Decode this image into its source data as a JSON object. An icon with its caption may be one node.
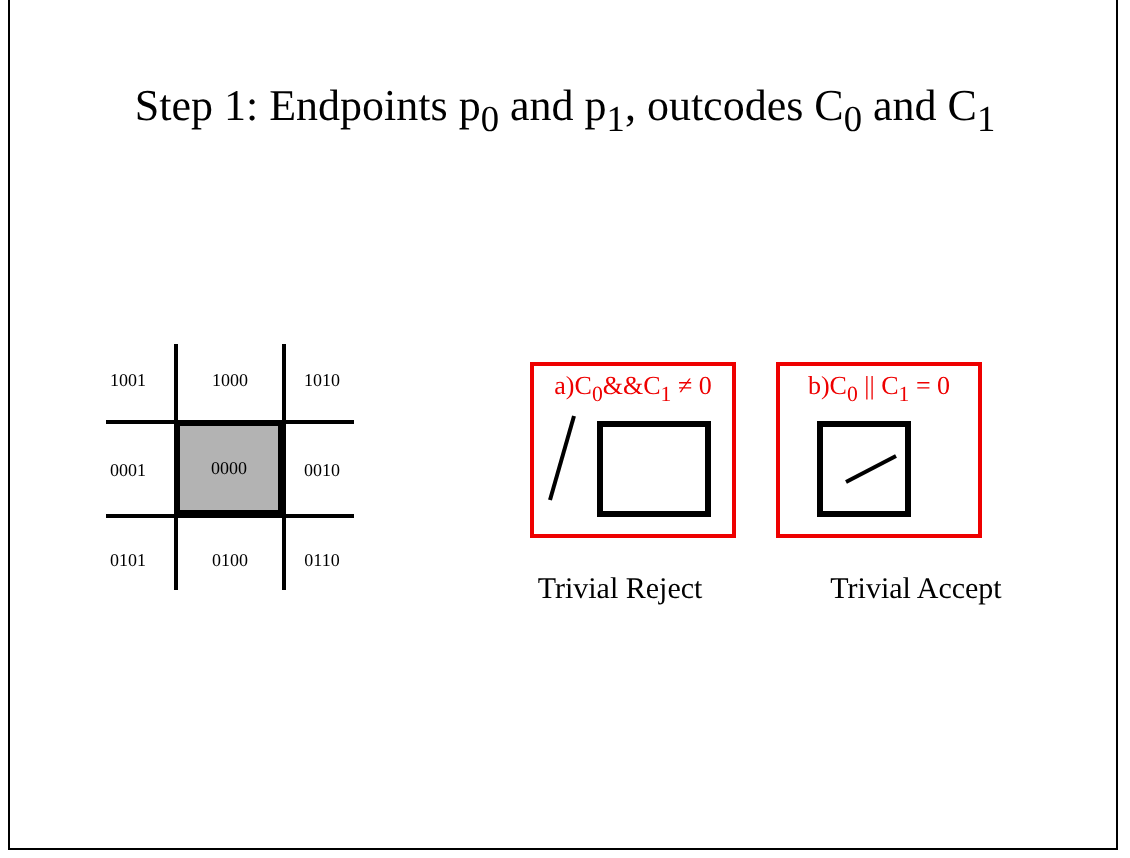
{
  "diagram": {
    "title": "Step 1: Endpoints p$_{0}$ and p$_{1}$, outcodes C$_{0}$ and C$_{1}$",
    "nodes": [
      {
        "text": [
          "0000"
        ]
      },
      {
        "text": [
          "a)C$_{0}$&&C$_{1}$ ≠ 0"
        ],
        "beside": [
          "Trivial Reject"
        ]
      },
      {
        "text": [
          "b)C$_{0}$ || C$_{1}$ = 0"
        ],
        "beside": [
          "Trivial Accept"
        ]
      }
    ],
    "edges": [],
    "labels": [
      "1001",
      "1000",
      "1010",
      "0001",
      "0010",
      "0101",
      "0100",
      "0110"
    ]
  }
}
